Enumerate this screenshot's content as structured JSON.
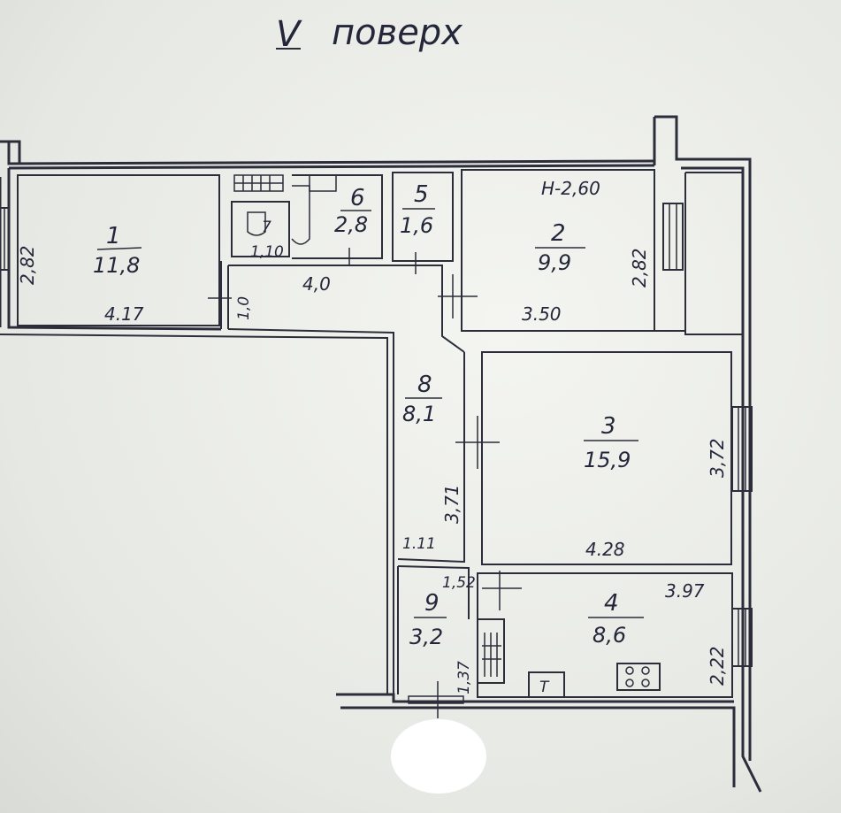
{
  "title": {
    "roman": "V",
    "word": "поверх"
  },
  "ceiling_height": "H-2,60",
  "rooms": [
    {
      "number": "1",
      "area": "11,8"
    },
    {
      "number": "2",
      "area": "9,9"
    },
    {
      "number": "3",
      "area": "15,9"
    },
    {
      "number": "4",
      "area": "8,6"
    },
    {
      "number": "5",
      "area": "1,6"
    },
    {
      "number": "6",
      "area": "2,8"
    },
    {
      "number": "7",
      "area": "1,10"
    },
    {
      "number": "8",
      "area": "8,1"
    },
    {
      "number": "9",
      "area": "3,2"
    }
  ],
  "dimensions": {
    "r1_width": "4.17",
    "r1_height": "2,82",
    "r2_width": "3.50",
    "r2_height": "2,82",
    "r3_width": "4.28",
    "r3_height": "3,72",
    "r4_width": "3.97",
    "r4_height": "2,22",
    "corridor_width": "4,0",
    "corridor_small": "1,0",
    "hall_length": "3,71",
    "hall_width": "1.11",
    "r9_width": "1,52",
    "r9_height": "1,37"
  },
  "fixtures": {
    "stove_label": "T"
  }
}
